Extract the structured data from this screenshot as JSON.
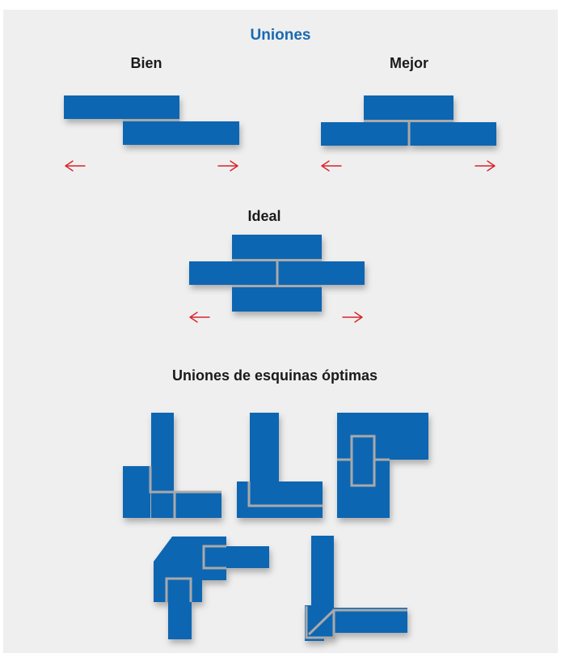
{
  "diagram": {
    "title": "Uniones",
    "sections": {
      "good": "Bien",
      "better": "Mejor",
      "ideal": "Ideal",
      "corners": "Uniones de esquinas óptimas"
    },
    "colors": {
      "panel_background": "#efefef",
      "tile": "#0a66b2",
      "seam": "#a9a9a9",
      "title_text": "#1a6ab1",
      "arrow": "#d9232a"
    },
    "icons": [
      "arrow-left-icon",
      "arrow-right-icon"
    ]
  }
}
